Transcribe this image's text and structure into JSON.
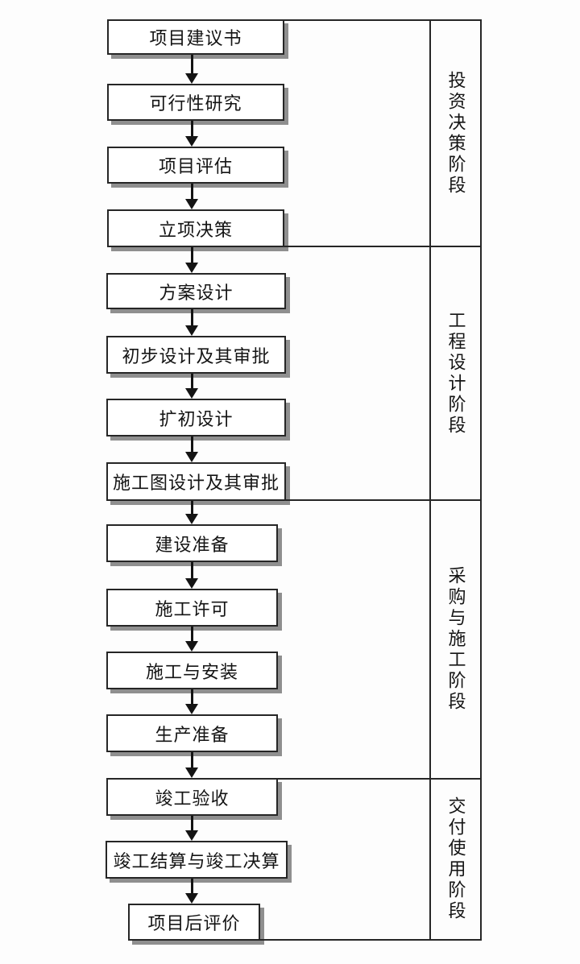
{
  "diagram": {
    "type": "flowchart",
    "language": "zh-CN",
    "colors": {
      "background": "#fdfdfd",
      "box_fill": "#ffffff",
      "line": "#262626",
      "shadow": "#8f8f8f",
      "text": "#141414"
    }
  },
  "flowchart": {
    "boxes": [
      {
        "label": "项目建议书"
      },
      {
        "label": "可行性研究"
      },
      {
        "label": "项目评估"
      },
      {
        "label": "立项决策"
      },
      {
        "label": "方案设计"
      },
      {
        "label": "初步设计及其审批"
      },
      {
        "label": "扩初设计"
      },
      {
        "label": "施工图设计及其审批"
      },
      {
        "label": "建设准备"
      },
      {
        "label": "施工许可"
      },
      {
        "label": "施工与安装"
      },
      {
        "label": "生产准备"
      },
      {
        "label": "竣工验收"
      },
      {
        "label": "竣工结算与竣工决算"
      },
      {
        "label": "项目后评价"
      }
    ]
  },
  "phases": [
    {
      "label": "投资决策阶段",
      "covers_steps": [
        1,
        2,
        3,
        4
      ]
    },
    {
      "label": "工程设计阶段",
      "covers_steps": [
        5,
        6,
        7,
        8
      ]
    },
    {
      "label": "采购与施工阶段",
      "covers_steps": [
        9,
        10,
        11,
        12
      ]
    },
    {
      "label": "交付使用阶段",
      "covers_steps": [
        13,
        14,
        15
      ]
    }
  ]
}
